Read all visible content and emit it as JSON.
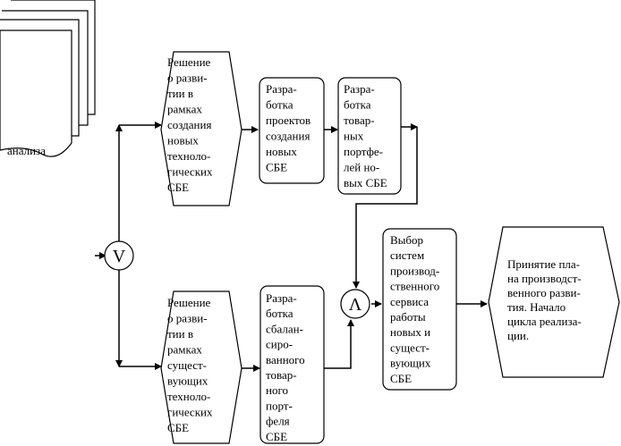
{
  "document_stack": {
    "label": "анализа"
  },
  "nodes": {
    "decision_new": {
      "lines": [
        "Решение",
        "о разви-",
        "тии в",
        "рамках",
        "создания",
        "новых",
        "техноло-",
        "гических",
        "СБЕ"
      ]
    },
    "decision_existing": {
      "lines": [
        "Решение",
        "о разви-",
        "тии в",
        "рамках",
        "сущест-",
        "вующих",
        "техноло-",
        "гических",
        "СБЕ"
      ]
    },
    "dev_new_projects": {
      "lines": [
        "Разра-",
        "ботка",
        "проектов",
        "создания",
        "новых",
        "СБЕ"
      ]
    },
    "dev_product_portfolios": {
      "lines": [
        "Разра-",
        "ботка",
        "товар-",
        "ных",
        "портфе-",
        "лей но-",
        "вых СБЕ"
      ]
    },
    "dev_balanced_portfolio": {
      "lines": [
        "Разра-",
        "ботка",
        "сбалан-",
        "сиро-",
        "ванного",
        "товар-",
        "ного",
        "порт-",
        "феля",
        "СБЕ"
      ]
    },
    "select_service_systems": {
      "lines": [
        "Выбор",
        "систем",
        "производ-",
        "ственного",
        "сервиса",
        "работы",
        "новых и",
        "сущест-",
        "вующих",
        "СБЕ"
      ]
    },
    "final_plan": {
      "lines": [
        "Принятие пла-",
        "на производст-",
        "венного разви-",
        "тия. Начало",
        "цикла реализа-",
        "ции."
      ]
    }
  },
  "gates": {
    "or_gate": "V",
    "and_gate": "Λ"
  }
}
